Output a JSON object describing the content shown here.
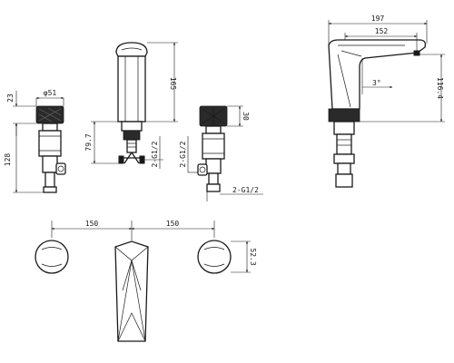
{
  "drawing": {
    "stroke_color": "#1a1a1a",
    "background": "#ffffff",
    "handle_side_view": {
      "dim_cap_height": "23",
      "dim_cap_diameter": "φ51",
      "dim_body_height": "128"
    },
    "spout_front_view": {
      "dim_height": "165",
      "dim_lower_height": "79.7",
      "thread_label": "2-G1/2"
    },
    "handle_front_view": {
      "dim_cap_height": "30",
      "thread_label_vertical": "2-G1/2",
      "thread_label_bottom": "2-G1/2"
    },
    "spout_side_view": {
      "dim_total_width": "197",
      "dim_reach": "152",
      "dim_angle": "3°",
      "dim_height": "116.4"
    },
    "plan_view": {
      "dim_left_spacing": "150",
      "dim_right_spacing": "150",
      "dim_knob_depth": "52.3"
    }
  }
}
